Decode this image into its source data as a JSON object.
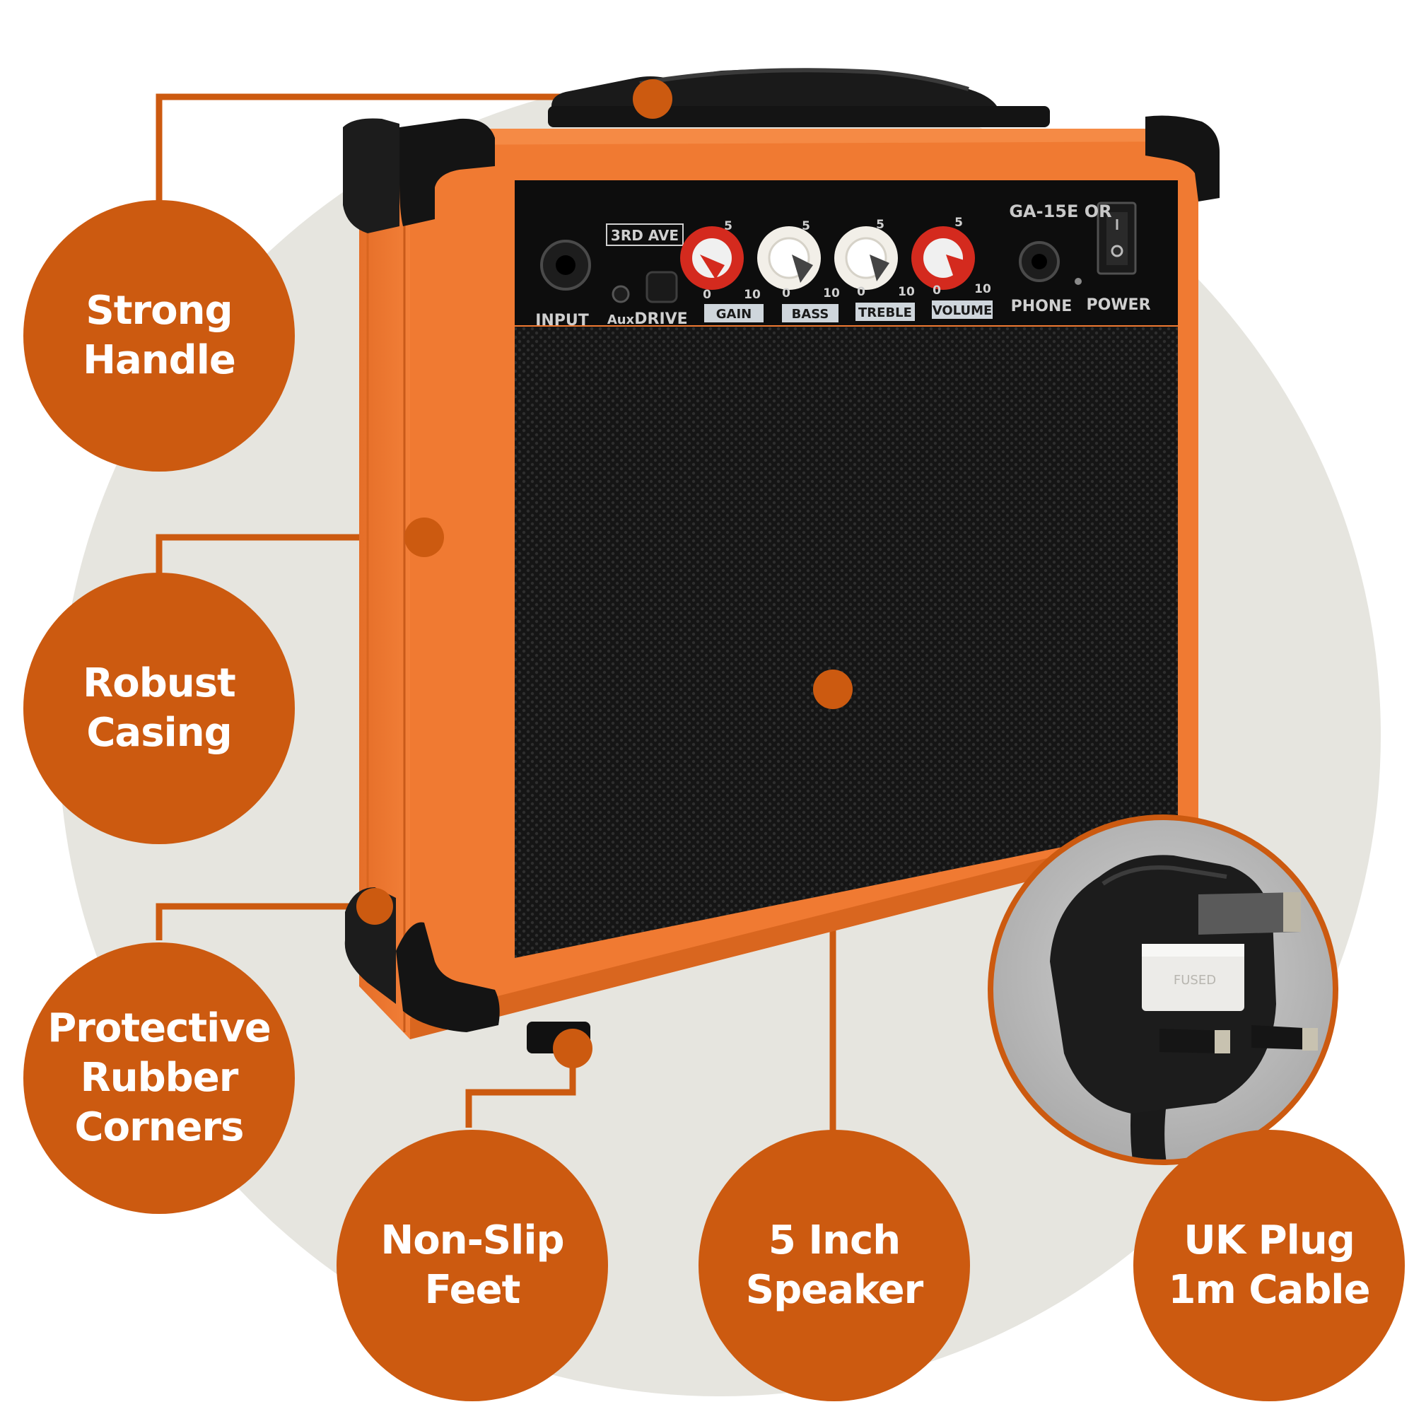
{
  "features": [
    {
      "id": "handle",
      "label": "Strong\nHandle"
    },
    {
      "id": "casing",
      "label": "Robust\nCasing"
    },
    {
      "id": "corners",
      "label": "Protective\nRubber\nCorners"
    },
    {
      "id": "feet",
      "label": "Non-Slip\nFeet"
    },
    {
      "id": "speaker",
      "label": "5 Inch\nSpeaker"
    },
    {
      "id": "plug",
      "label": "UK Plug\n1m Cable"
    }
  ],
  "amp": {
    "brand": "3RD AVE",
    "model": "GA-15E OR",
    "labels": {
      "input": "INPUT",
      "aux": "Aux",
      "drive": "DRIVE",
      "gain": "GAIN",
      "bass": "BASS",
      "treble": "TREBLE",
      "volume": "VOLUME",
      "phone": "PHONE",
      "power": "POWER"
    },
    "scale": {
      "min": "0",
      "mid": "5",
      "max": "10"
    }
  },
  "plug": {
    "fuse_text": "FUSED"
  },
  "colors": {
    "accent": "#cc5a10",
    "amp_orange": "#f07a32",
    "background_circle": "#e6e5df",
    "knob_red": "#d42a1e",
    "knob_white": "#f2efe8"
  }
}
